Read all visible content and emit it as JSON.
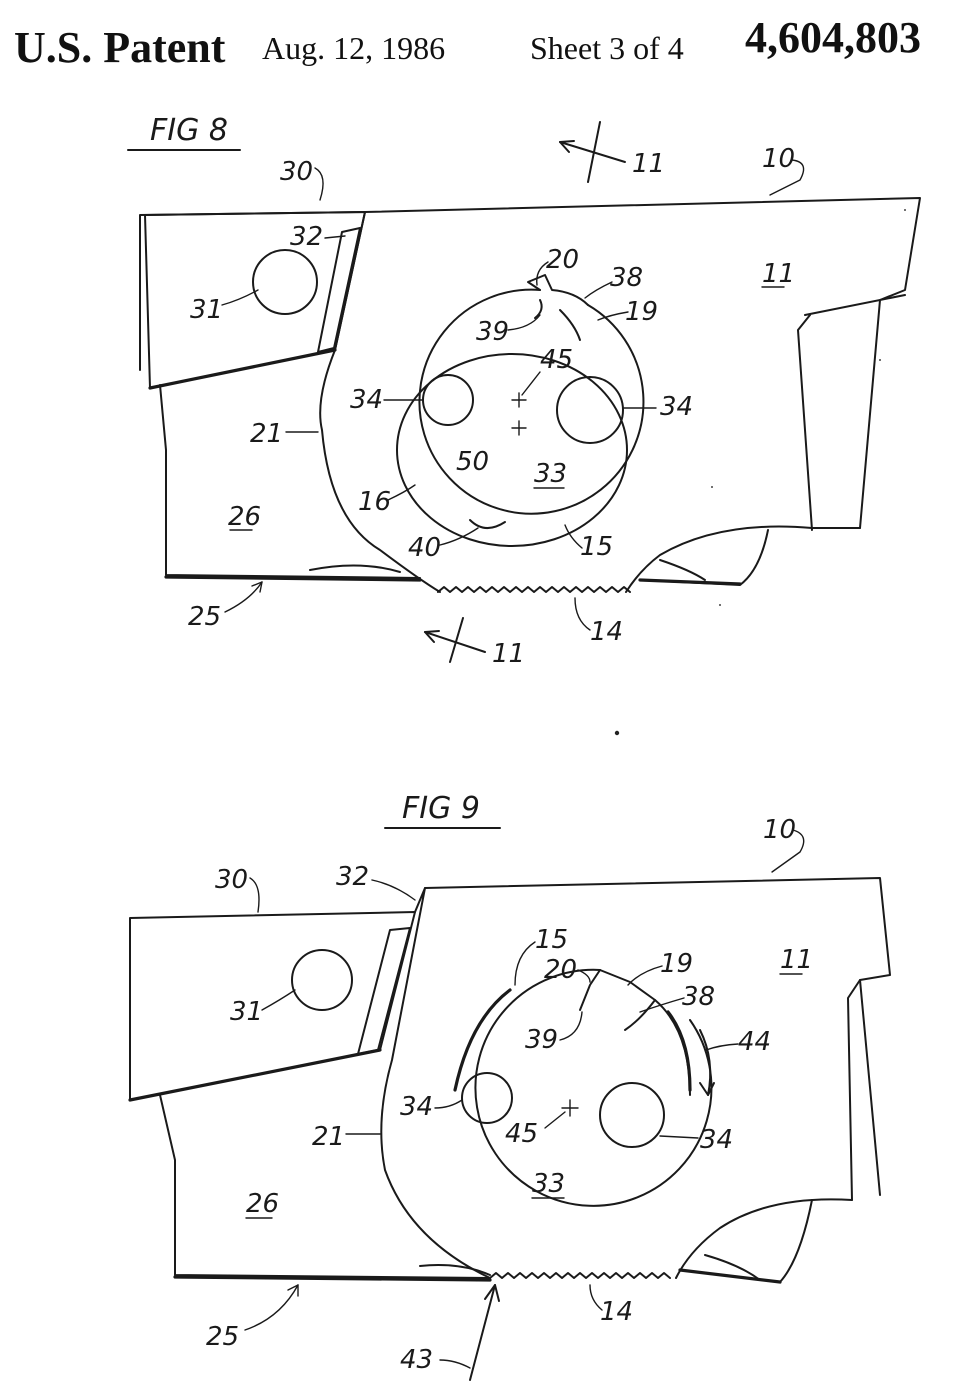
{
  "header": {
    "patent": "U.S. Patent",
    "date": "Aug. 12, 1986",
    "sheet": "Sheet 3 of 4",
    "number": "4,604,803"
  },
  "fig8": {
    "title": "FIG 8",
    "labels": {
      "l10": "10",
      "l30": "30",
      "l32": "32",
      "l31": "31",
      "l20": "20",
      "l38": "38",
      "l19": "19",
      "l11": "11",
      "l39": "39",
      "l45": "45",
      "l34a": "34",
      "l34b": "34",
      "l21": "21",
      "l50": "50",
      "l33": "33",
      "l16": "16",
      "l26": "26",
      "l40": "40",
      "l15": "15",
      "l25": "25",
      "l14": "14",
      "sec_top": "11",
      "sec_bot": "11"
    }
  },
  "fig9": {
    "title": "FIG 9",
    "labels": {
      "l10": "10",
      "l30": "30",
      "l32": "32",
      "l31": "31",
      "l15": "15",
      "l20": "20",
      "l19": "19",
      "l11": "11",
      "l38": "38",
      "l39": "39",
      "l44": "44",
      "l34a": "34",
      "l34b": "34",
      "l21": "21",
      "l45": "45",
      "l33": "33",
      "l26": "26",
      "l25": "25",
      "l14": "14",
      "l43": "43"
    }
  }
}
